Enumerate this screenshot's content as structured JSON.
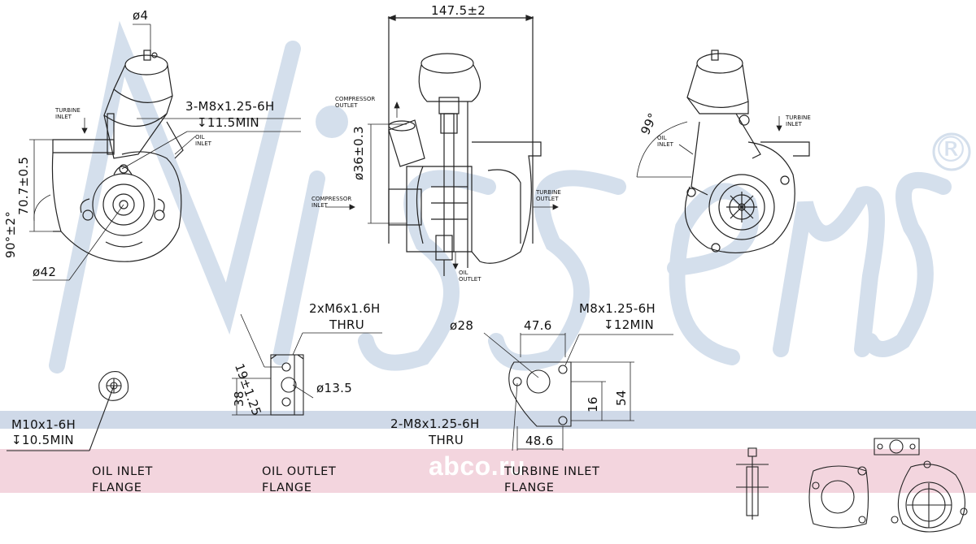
{
  "brand": {
    "watermark_text": "Nissens",
    "registered_mark": "®",
    "watermark_color": "#d7e1ee",
    "band_color": "#f3d5de",
    "blue_band_color": "#cfd9e8",
    "site_watermark": "abco.ru"
  },
  "top_left_view": {
    "dia4": "ø4",
    "thread": "3-M8x1.25-6H",
    "depth": "↧11.5MIN",
    "turbine_inlet": [
      "TURBINE",
      "INLET"
    ],
    "oil_inlet": [
      "OIL",
      "INLET"
    ],
    "dim_70_7": "70.7±0.5",
    "angle_90": "90°±2°",
    "dia42": "ø42"
  },
  "top_middle_view": {
    "width": "147.5±2",
    "compressor_outlet": [
      "COMPRESSOR",
      "OUTLET"
    ],
    "dia36": "ø36±0.3",
    "compressor_inlet": [
      "COMPRESSOR",
      "INLET"
    ],
    "turbine_outlet": [
      "TURBINE",
      "OUTLET"
    ],
    "oil_outlet": [
      "OIL",
      "OUTLET"
    ]
  },
  "top_right_view": {
    "angle_99": "99°",
    "oil_inlet": [
      "OIL",
      "INLET"
    ],
    "turbine_inlet": [
      "TURBINE",
      "INLET"
    ]
  },
  "oil_inlet_flange": {
    "thread": "M10x1-6H",
    "depth": "↧10.5MIN",
    "title": [
      "OIL INLET",
      "FLANGE"
    ]
  },
  "oil_outlet_flange": {
    "holes": "2xM6x1.6H",
    "thru": "THRU",
    "dim_19": "19±1.25",
    "dim_38": "38",
    "dia13_5": "ø13.5",
    "title": [
      "OIL OUTLET",
      "FLANGE"
    ]
  },
  "turbine_inlet_flange": {
    "dia28": "ø28",
    "dim_47_6": "47.6",
    "thread": "M8x1.25-6H",
    "depth": "↧12MIN",
    "holes": "2-M8x1.25-6H",
    "thru": "THRU",
    "dim_16": "16",
    "dim_54": "54",
    "dim_48_6": "48.6",
    "title": [
      "TURBINE INLET",
      "FLANGE"
    ]
  }
}
